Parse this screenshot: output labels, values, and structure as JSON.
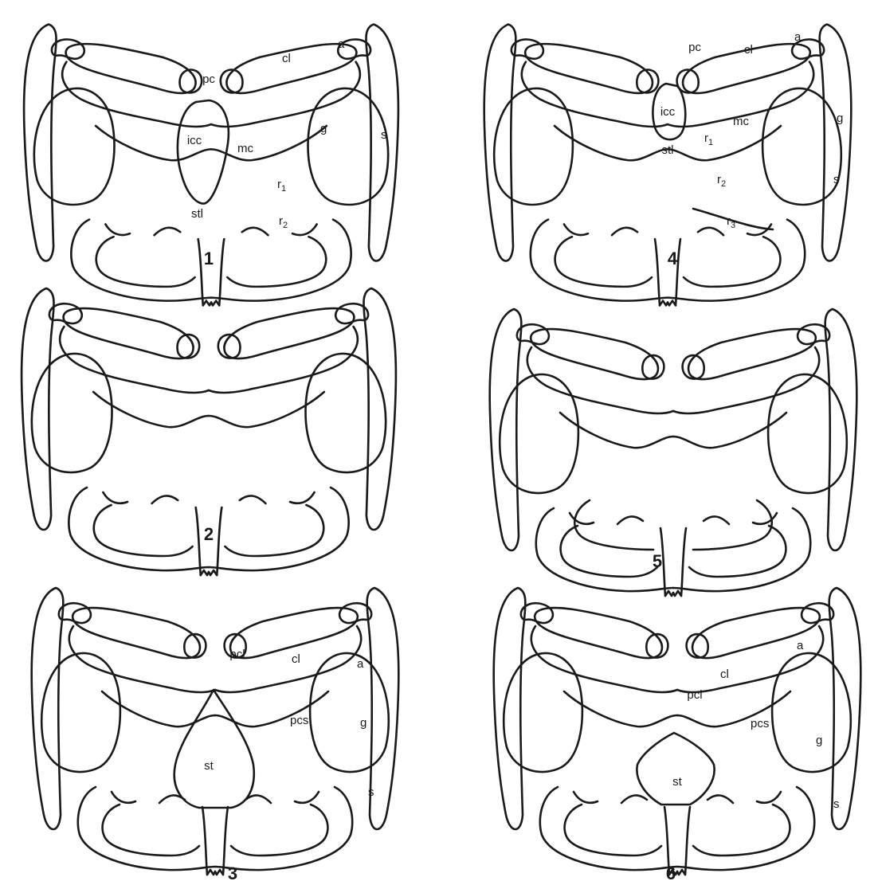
{
  "figures": [
    {
      "number": "1",
      "labels": {
        "pc": "pc",
        "cl": "cl",
        "a": "a",
        "icc": "icc",
        "mc": "mc",
        "g": "g",
        "s": "s",
        "r1_base": "r",
        "r1_sub": "1",
        "r2_base": "r",
        "r2_sub": "2",
        "stl": "stl"
      }
    },
    {
      "number": "2",
      "labels": {}
    },
    {
      "number": "3",
      "labels": {
        "pcl": "pcl",
        "cl": "cl",
        "a": "a",
        "pcs": "pcs",
        "g": "g",
        "st": "st",
        "s": "s"
      }
    },
    {
      "number": "4",
      "labels": {
        "pc": "pc",
        "cl": "cl",
        "a": "a",
        "icc": "icc",
        "mc": "mc",
        "g": "g",
        "r1_base": "r",
        "r1_sub": "1",
        "stl": "stl",
        "r2_base": "r",
        "r2_sub": "2",
        "s": "s",
        "r3_base": "r",
        "r3_sub": "3"
      }
    },
    {
      "number": "5",
      "labels": {}
    },
    {
      "number": "6",
      "labels": {
        "a": "a",
        "cl": "cl",
        "pcl": "pcl",
        "pcs": "pcs",
        "g": "g",
        "st": "st",
        "s": "s"
      }
    }
  ]
}
